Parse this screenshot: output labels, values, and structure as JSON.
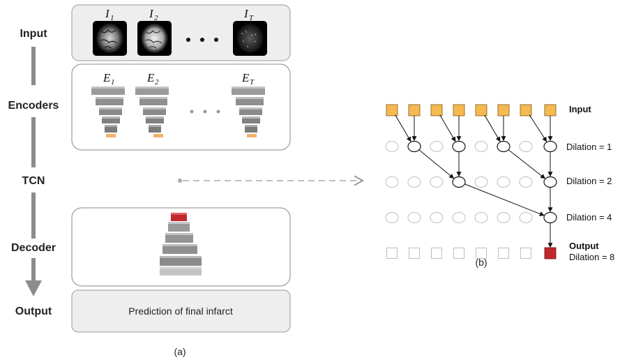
{
  "panel_a": {
    "stages": {
      "input": "Input",
      "encoders": "Encoders",
      "tcn": "TCN",
      "decoder": "Decoder",
      "output": "Output"
    },
    "images": [
      {
        "base": "I",
        "sub": "1"
      },
      {
        "base": "I",
        "sub": "2"
      },
      {
        "base": "I",
        "sub": "T"
      }
    ],
    "encoders": [
      {
        "base": "E",
        "sub": "1"
      },
      {
        "base": "E",
        "sub": "2"
      },
      {
        "base": "E",
        "sub": "T"
      }
    ],
    "output_text": "Prediction of final infarct",
    "caption": "(a)"
  },
  "panel_b": {
    "input_label": "Input",
    "dilation_labels": [
      "Dilation = 1",
      "Dilation = 2",
      "Dilation = 4"
    ],
    "output_label": "Output",
    "output_dilation": "Dilation = 8",
    "caption": "(b)"
  },
  "colors": {
    "input_node": "#f5b94f",
    "output_node": "#c0282d",
    "encoder_tip": "#f5b06a",
    "decoder_top": "#c0282d",
    "block_gray": "#8c8c8c",
    "arrow_gray": "#8a8a8a"
  }
}
